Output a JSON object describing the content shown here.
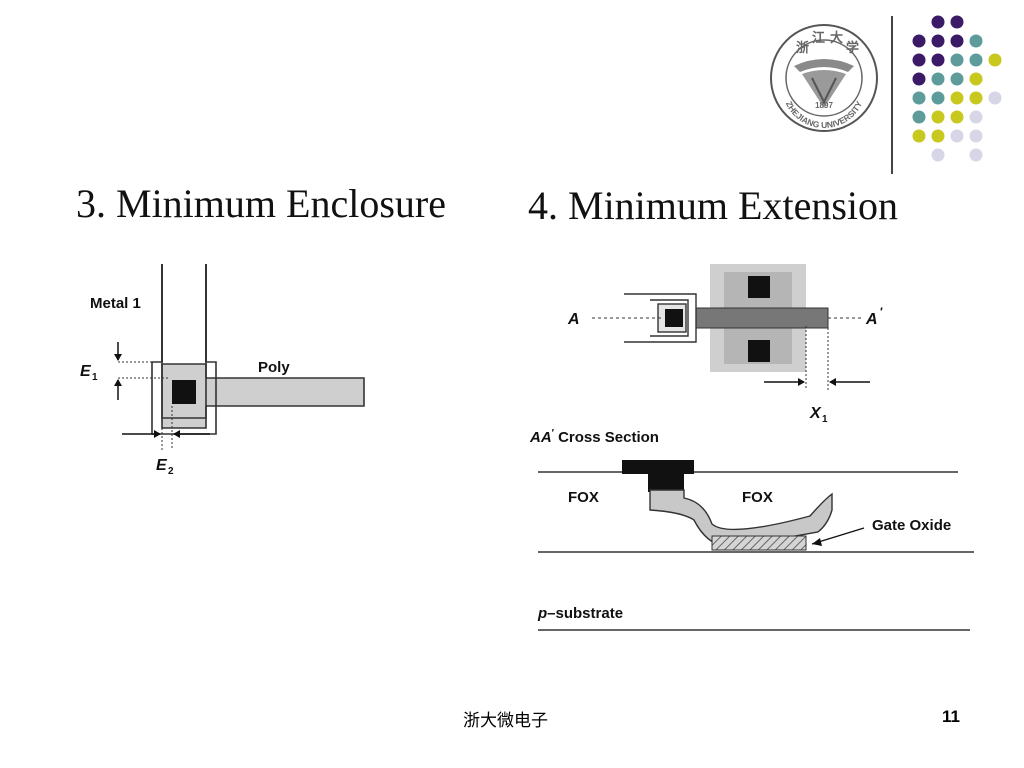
{
  "slide": {
    "title_left": "3. Minimum Enclosure",
    "title_right": "4. Minimum Extension",
    "footer_text": "浙大微电子",
    "page_number": "11"
  },
  "logo": {
    "chars": [
      "浙",
      "江",
      "大",
      "学"
    ],
    "year": "1897",
    "name": "ZHEJIANG UNIVERSITY"
  },
  "diagram_enclosure": {
    "metal_label": "Metal 1",
    "poly_label": "Poly",
    "e1_label": "E",
    "e1_sub": "1",
    "e2_label": "E",
    "e2_sub": "2"
  },
  "diagram_extension": {
    "a_label": "A",
    "a_prime_label": "A",
    "prime_mark": "′",
    "x1_label": "X",
    "x1_sub": "1",
    "section_label_a": "AA",
    "section_label_rest": "Cross Section",
    "fox_left": "FOX",
    "fox_right": "FOX",
    "gate_oxide": "Gate Oxide",
    "substrate_p": "p",
    "substrate_rest": "–substrate"
  },
  "colors": {
    "purple": "#3b1a68",
    "teal": "#5e9c9c",
    "yellow": "#c8c81e",
    "lavender": "#d6d6e6"
  }
}
